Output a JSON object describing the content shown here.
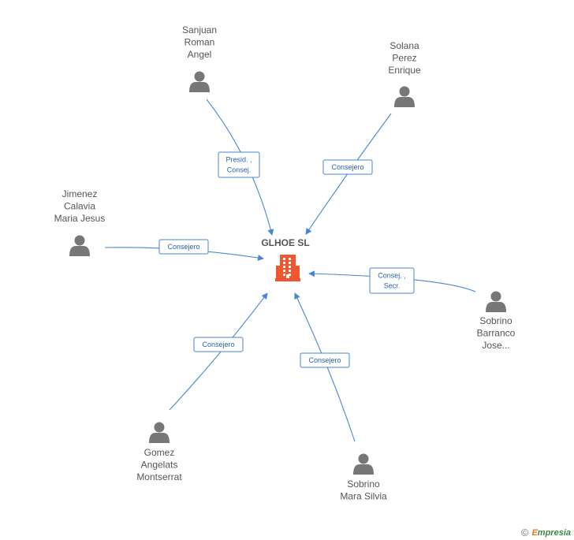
{
  "company": {
    "name": "GLHOE SL",
    "icon": "building-icon",
    "color": "#f0562f"
  },
  "edge_color": "#4a86d4",
  "person_color": "#777777",
  "people": [
    {
      "id": "sanjuan",
      "lines": [
        "Sanjuan",
        "Roman",
        "Angel"
      ],
      "role_lines": [
        "Presid. ,",
        "Consej."
      ]
    },
    {
      "id": "solana",
      "lines": [
        "Solana",
        "Perez",
        "Enrique"
      ],
      "role_lines": [
        "Consejero"
      ]
    },
    {
      "id": "jimenez",
      "lines": [
        "Jimenez",
        "Calavia",
        "Maria Jesus"
      ],
      "role_lines": [
        "Consejero"
      ]
    },
    {
      "id": "sobrino-barranco",
      "lines": [
        "Sobrino",
        "Barranco",
        "Jose..."
      ],
      "role_lines": [
        "Consej. ,",
        "Secr."
      ]
    },
    {
      "id": "gomez",
      "lines": [
        "Gomez",
        "Angelats",
        "Montserrat"
      ],
      "role_lines": [
        "Consejero"
      ]
    },
    {
      "id": "sobrino-mara",
      "lines": [
        "Sobrino",
        "Mara Silvia"
      ],
      "role_lines": [
        "Consejero"
      ]
    }
  ],
  "footer": {
    "copyright": "©",
    "brand_initial": "E",
    "brand_rest": "mpresia"
  }
}
